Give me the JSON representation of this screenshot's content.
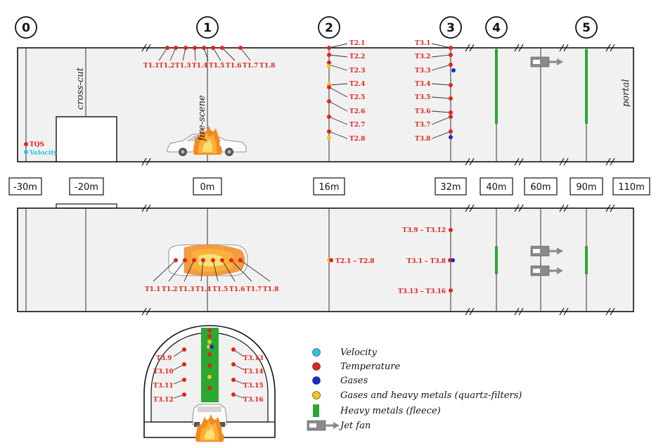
{
  "sections": [
    "0",
    "1",
    "2",
    "3",
    "4",
    "5"
  ],
  "distances": [
    "-30m",
    "-20m",
    "0m",
    "16m",
    "32m",
    "40m",
    "60m",
    "90m",
    "110m"
  ],
  "labels": {
    "crosscut": "cross-cut",
    "firescene": "fire-scene",
    "portal": "portal",
    "tqs": "TQS",
    "velocity": "Velocity"
  },
  "sensors": {
    "top_row": [
      "T1.1",
      "T1.2",
      "T1.3",
      "T1.4",
      "T1.5",
      "T1.6",
      "T1.7",
      "T1.8"
    ],
    "section2": [
      "T2.1",
      "T2.2",
      "T2.3",
      "T2.4",
      "T2.5",
      "T2.6",
      "T2.7",
      "T2.8"
    ],
    "section3": [
      "T3.1",
      "T3.2",
      "T3.3",
      "T3.4",
      "T3.5",
      "T3.6",
      "T3.7",
      "T3.8"
    ],
    "plan_row": [
      "T1.1",
      "T1.2",
      "T1.3",
      "T1.4",
      "T1.5",
      "T1.6",
      "T1.7",
      "T1.8"
    ],
    "plan_s2": "T2.1 – T2.8",
    "plan_s3": [
      "T3.9 – T3.12",
      "T3.1 – T3.8",
      "T3.13 – T3.16"
    ],
    "cross_left": [
      "T3.9",
      "T3.10",
      "T3.11",
      "T3.12"
    ],
    "cross_right": [
      "T3.13",
      "T3.14",
      "T3.15",
      "T3.16"
    ]
  },
  "legend": [
    {
      "label": "Velocity",
      "symbol": "velocity",
      "color": "#29c4e8"
    },
    {
      "label": "Temperature",
      "symbol": "temperature",
      "color": "#e2231a"
    },
    {
      "label": "Gases",
      "symbol": "gases",
      "color": "#1a2bc8"
    },
    {
      "label": "Gases and heavy metals (quartz-filters)",
      "symbol": "quartz",
      "color": "#f5c518"
    },
    {
      "label": "Heavy metals (fleece)",
      "symbol": "fleece",
      "color": "#2aa832"
    },
    {
      "label": "Jet fan",
      "symbol": "jetfan",
      "color": "#8a8a8a"
    }
  ]
}
